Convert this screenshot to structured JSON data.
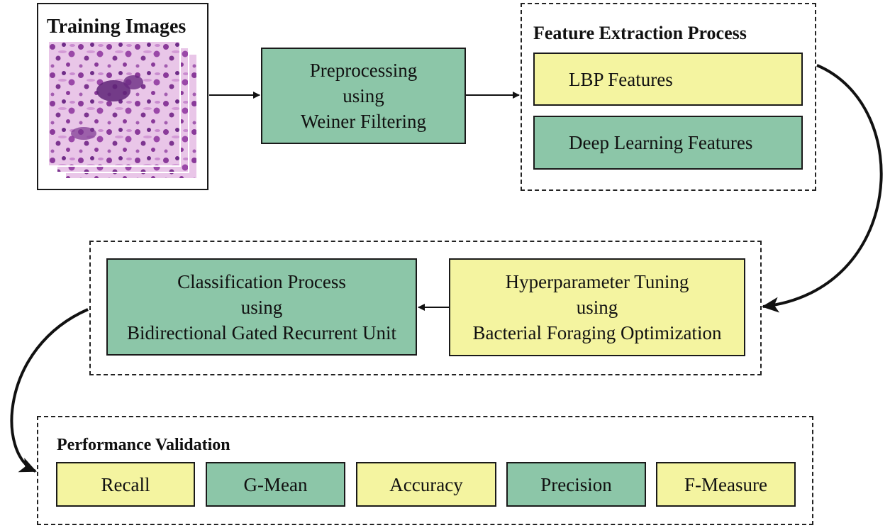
{
  "training": {
    "title": "Training Images"
  },
  "preprocessing": {
    "lines": [
      "Preprocessing",
      "using",
      "Weiner Filtering"
    ]
  },
  "feature": {
    "title": "Feature Extraction Process",
    "lbp": "LBP Features",
    "deep": "Deep Learning Features"
  },
  "hyper": {
    "lines": [
      "Hyperparameter Tuning",
      "using",
      "Bacterial Foraging Optimization"
    ]
  },
  "classification": {
    "lines": [
      "Classification Process",
      "using",
      "Bidirectional Gated Recurrent Unit"
    ]
  },
  "performance": {
    "title": "Performance Validation",
    "metrics": [
      "Recall",
      "G-Mean",
      "Accuracy",
      "Precision",
      "F-Measure"
    ]
  },
  "colors": {
    "green": "#8cc6a8",
    "yellow": "#f4f4a0"
  }
}
